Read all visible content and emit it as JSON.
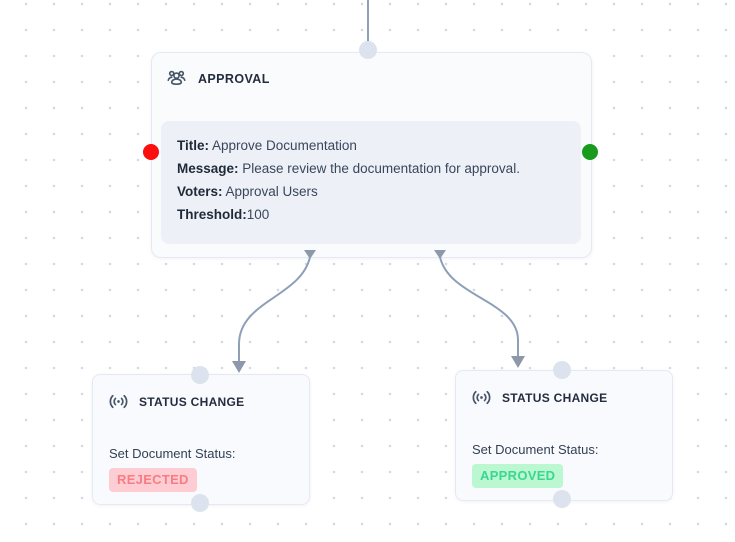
{
  "canvas": {
    "dot_color": "#d6d9e0",
    "edge_color": "#8da0b8",
    "port_color": "#dce3ee"
  },
  "approval_node": {
    "title": "APPROVAL",
    "icon": "users-group-icon",
    "input_handle_color": "#fa0e0e",
    "output_handle_color": "#189a1c",
    "details": [
      {
        "label": "Title:",
        "value": " Approve Documentation"
      },
      {
        "label": "Message:",
        "value": " Please review the documentation for approval."
      },
      {
        "label": "Voters:",
        "value": " Approval Users"
      },
      {
        "label": "Threshold:",
        "value": "100"
      }
    ]
  },
  "status_change_rejected": {
    "title": "STATUS CHANGE",
    "icon": "broadcast-icon",
    "body_label": "Set Document Status:",
    "badge_text": "REJECTED",
    "badge_bg": "#fecdd3",
    "badge_color": "#f97c82"
  },
  "status_change_approved": {
    "title": "STATUS CHANGE",
    "icon": "broadcast-icon",
    "body_label": "Set Document Status:",
    "badge_text": "APPROVED",
    "badge_bg": "#bbf7d0",
    "badge_color": "#3bd694"
  }
}
